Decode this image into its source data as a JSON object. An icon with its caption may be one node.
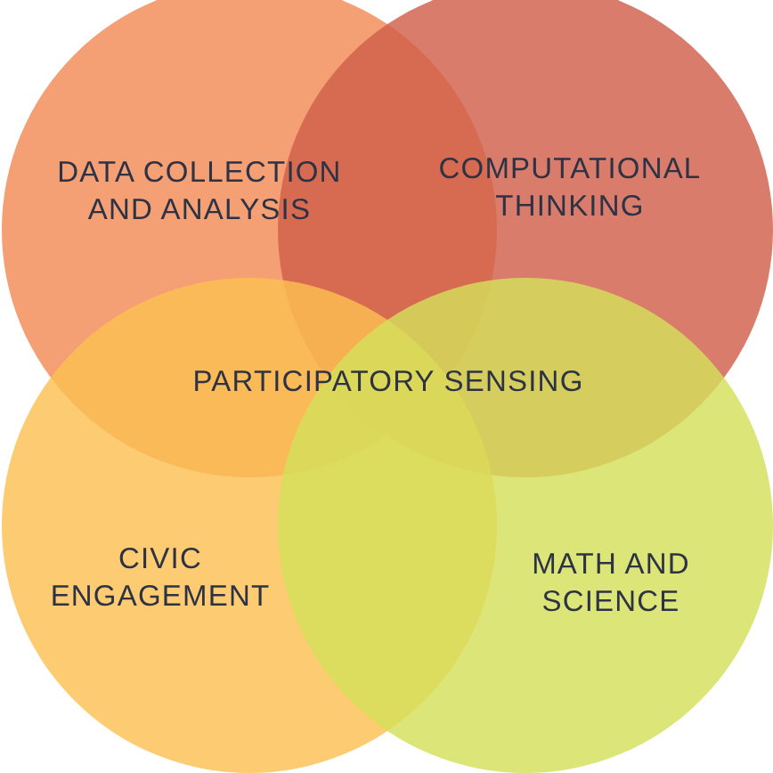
{
  "diagram": {
    "nodes": [
      {
        "text": [
          "DATA COLLECTION AND ANALYSIS"
        ]
      },
      {
        "text": [
          "COMPUTATIONAL THINKING"
        ]
      },
      {
        "text": [
          "CIVIC ENGAGEMENT"
        ]
      },
      {
        "text": [
          "MATH AND SCIENCE"
        ]
      }
    ],
    "labels": [
      "PARTICIPATORY SENSING"
    ]
  }
}
